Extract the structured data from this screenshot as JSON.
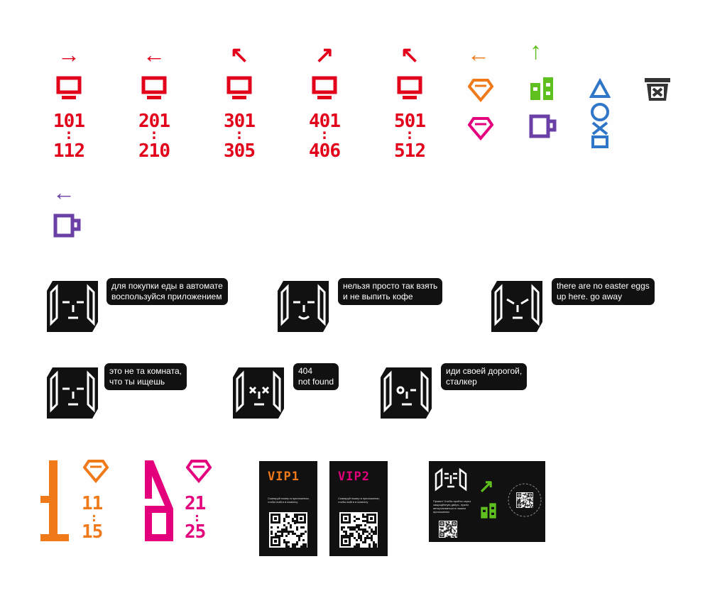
{
  "colors": {
    "red": "#e3001b",
    "orange": "#f07a1a",
    "pink": "#e4007c",
    "green": "#5fbf1e",
    "purple": "#6a3fa6",
    "blue": "#2f76c8",
    "gray": "#333333",
    "black": "#111111"
  },
  "floors": [
    {
      "arrow": "→",
      "start": "101",
      "end": "112"
    },
    {
      "arrow": "←",
      "start": "201",
      "end": "210"
    },
    {
      "arrow": "↖",
      "start": "301",
      "end": "305"
    },
    {
      "arrow": "↗",
      "start": "401",
      "end": "406"
    },
    {
      "arrow": "↖",
      "start": "501",
      "end": "512"
    }
  ],
  "amenity_icons": {
    "orange_arrow": "←",
    "green_arrow": "↑",
    "purple_arrow": "←",
    "orange_icon": "gem-icon",
    "pink_icon": "gem-icon",
    "green_icon": "building-icon",
    "purple_icon": "mug-icon",
    "blue_icon": "shapes-icon",
    "gray_icon": "trash-icon"
  },
  "bubbles": [
    {
      "line1": "для покупки еды в автомате",
      "line2": "воспользуйся приложением"
    },
    {
      "line1": "нельзя просто так взять",
      "line2": "и не выпить кофе"
    },
    {
      "line1": "there are no easter eggs",
      "line2": "up here. go away"
    },
    {
      "line1": "это не та комната,",
      "line2": "что ты ищешь"
    },
    {
      "line1": "404",
      "line2": "not found"
    },
    {
      "line1": "иди своей дорогой,",
      "line2": "сталкер"
    }
  ],
  "wing_signs": [
    {
      "digit": "1",
      "start": "11",
      "end": "15"
    },
    {
      "digit": "2",
      "start": "21",
      "end": "25"
    }
  ],
  "posters": [
    {
      "title": "VIP1",
      "text": "Сканируй номер в приложении, чтобы войти в комнату"
    },
    {
      "title": "VIP2",
      "text": "Сканируй номер в приложении, чтобы войти в комнату"
    }
  ],
  "board": {
    "arrow": "↗",
    "text": "Привет! Чтобы пройти через защищённую дверь, нужно авторизоваться в нашем приложении"
  }
}
